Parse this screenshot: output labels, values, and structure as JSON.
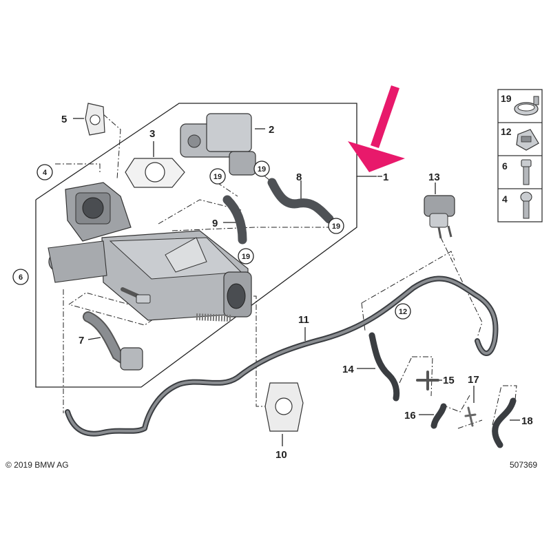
{
  "diagram": {
    "callouts": {
      "c1": "1",
      "c2": "2",
      "c3": "3",
      "c4": "4",
      "c5": "5",
      "c6": "6",
      "c7": "7",
      "c8": "8",
      "c9": "9",
      "c10": "10",
      "c11": "11",
      "c12": "12",
      "c13": "13",
      "c14": "14",
      "c15": "15",
      "c16": "16",
      "c17": "17",
      "c18": "18"
    },
    "circled": {
      "clamp_a": "19",
      "clamp_b": "19",
      "clamp_c": "19",
      "clamp_d": "19",
      "clip_12": "12"
    },
    "legend": [
      {
        "number": "19",
        "icon": "hose-clamp-icon"
      },
      {
        "number": "12",
        "icon": "plastic-clip-icon"
      },
      {
        "number": "6",
        "icon": "hex-bolt-icon"
      },
      {
        "number": "4",
        "icon": "torx-bolt-icon"
      }
    ],
    "arrow_color": "#e8196b",
    "line_color": "#222222"
  },
  "footer": {
    "copyright": "© 2019 BMW AG",
    "image_number": "507369"
  }
}
